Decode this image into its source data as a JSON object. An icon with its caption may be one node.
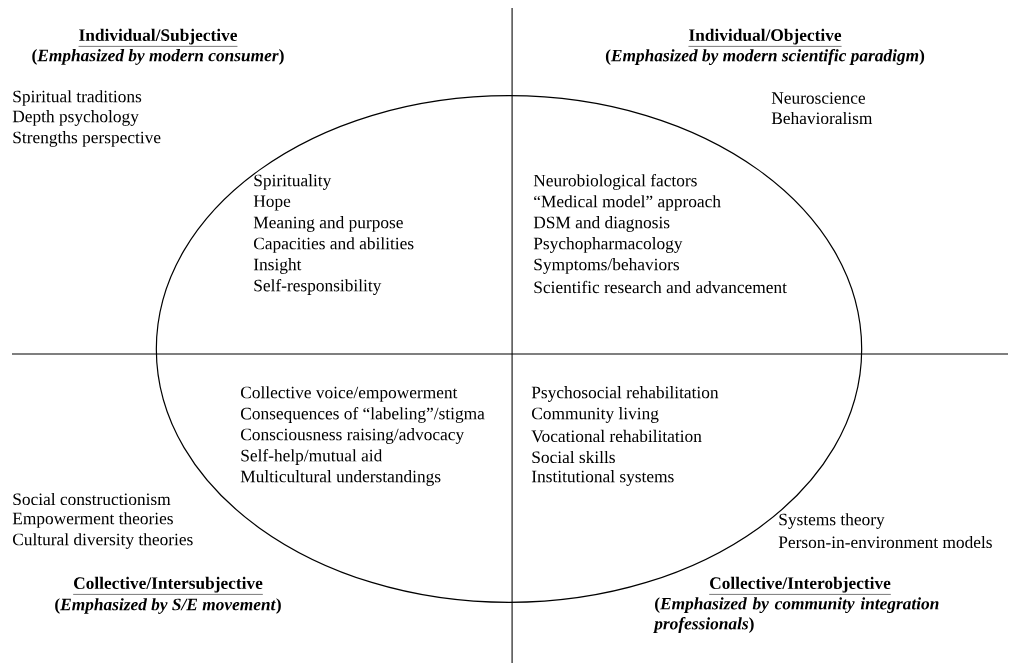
{
  "diagram": {
    "nodes": [
      {
        "text": [
          "Spirituality",
          "Hope",
          "Meaning and purpose",
          "Capacities and abilities",
          "Insight",
          "Self-responsibility",
          "Neurobiological factors",
          "“Medical model” approach",
          "DSM and diagnosis",
          "Psychopharmacology",
          "Symptoms/behaviors",
          "Scientific research and advancement",
          "Collective voice/empowerment",
          "Consequences of “labeling”/stigma",
          "Consciousness raising/advocacy",
          "Self-help/mutual aid",
          "Multicultural understandings",
          "Psychosocial rehabilitation",
          "Community living",
          "Vocational rehabilitation",
          "Social skills",
          "Institutional systems"
        ]
      }
    ],
    "labels": [
      "Individual/Subjective",
      "(*Emphasized by modern consumer*)",
      "Individual/Objective",
      "(*Emphasized by modern scientific paradigm*)",
      "Spiritual traditions",
      "Depth psychology",
      "Strengths perspective",
      "Neuroscience",
      "Behavioralism",
      "Social constructionism",
      "Empowerment theories",
      "Cultural diversity theories",
      "Systems theory",
      "Person-in-environment models",
      "Collective/Intersubjective",
      "(*Emphasized by S/E movement*)",
      "Collective/Interobjective",
      "(*Emphasized by community integration professionals*)"
    ]
  }
}
